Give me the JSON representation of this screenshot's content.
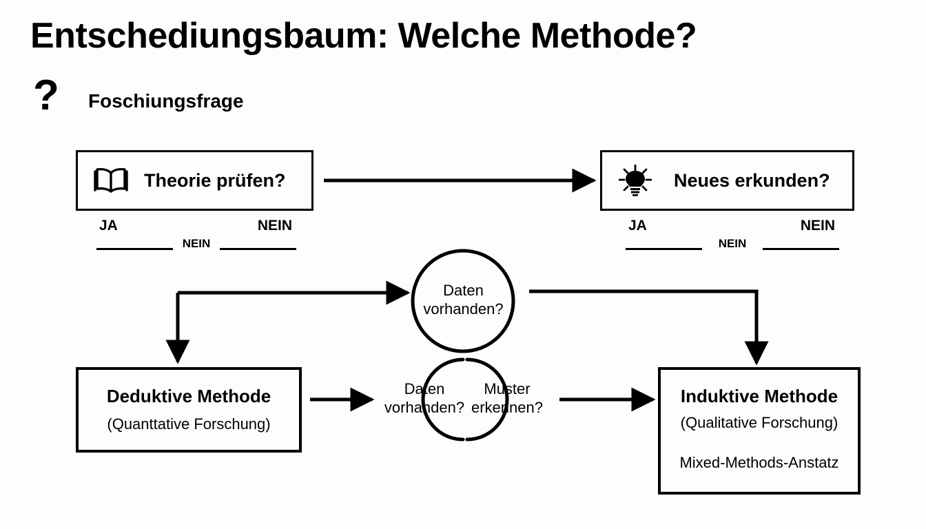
{
  "header": {
    "title": "Entschediungsbaum: Welche Methode?",
    "subtitle": "Foschiungsfrage",
    "question_mark": "?"
  },
  "decision_boxes": [
    {
      "label": "Theorie prüfen?",
      "icon": "open-book-icon"
    },
    {
      "label": "Neues erkunden?",
      "icon": "lightbulb-icon"
    }
  ],
  "branches": [
    {
      "yes": "JA",
      "no": "NEIN",
      "middle": "NEIN"
    },
    {
      "yes": "JA",
      "no": "NEIN",
      "middle": "NEIN"
    }
  ],
  "circles": {
    "top": {
      "line1": "Daten",
      "line2": "vorhanden?"
    },
    "bottom_left": {
      "line1": "Daten",
      "line2": "vorhanden?"
    },
    "bottom_right": {
      "line1": "Muster",
      "line2": "erkennen?"
    }
  },
  "method_boxes": {
    "deductive": {
      "title": "Deduktive Methode",
      "subtitle": "(Quanttative Forschung)"
    },
    "inductive": {
      "title": "Induktive Methode",
      "subtitle": "(Qualitative Forschung)",
      "extra": "Mixed-Methods-Anstatz"
    }
  },
  "colors": {
    "background": "#fdfdfd",
    "stroke": "#000000",
    "text": "#000000"
  }
}
